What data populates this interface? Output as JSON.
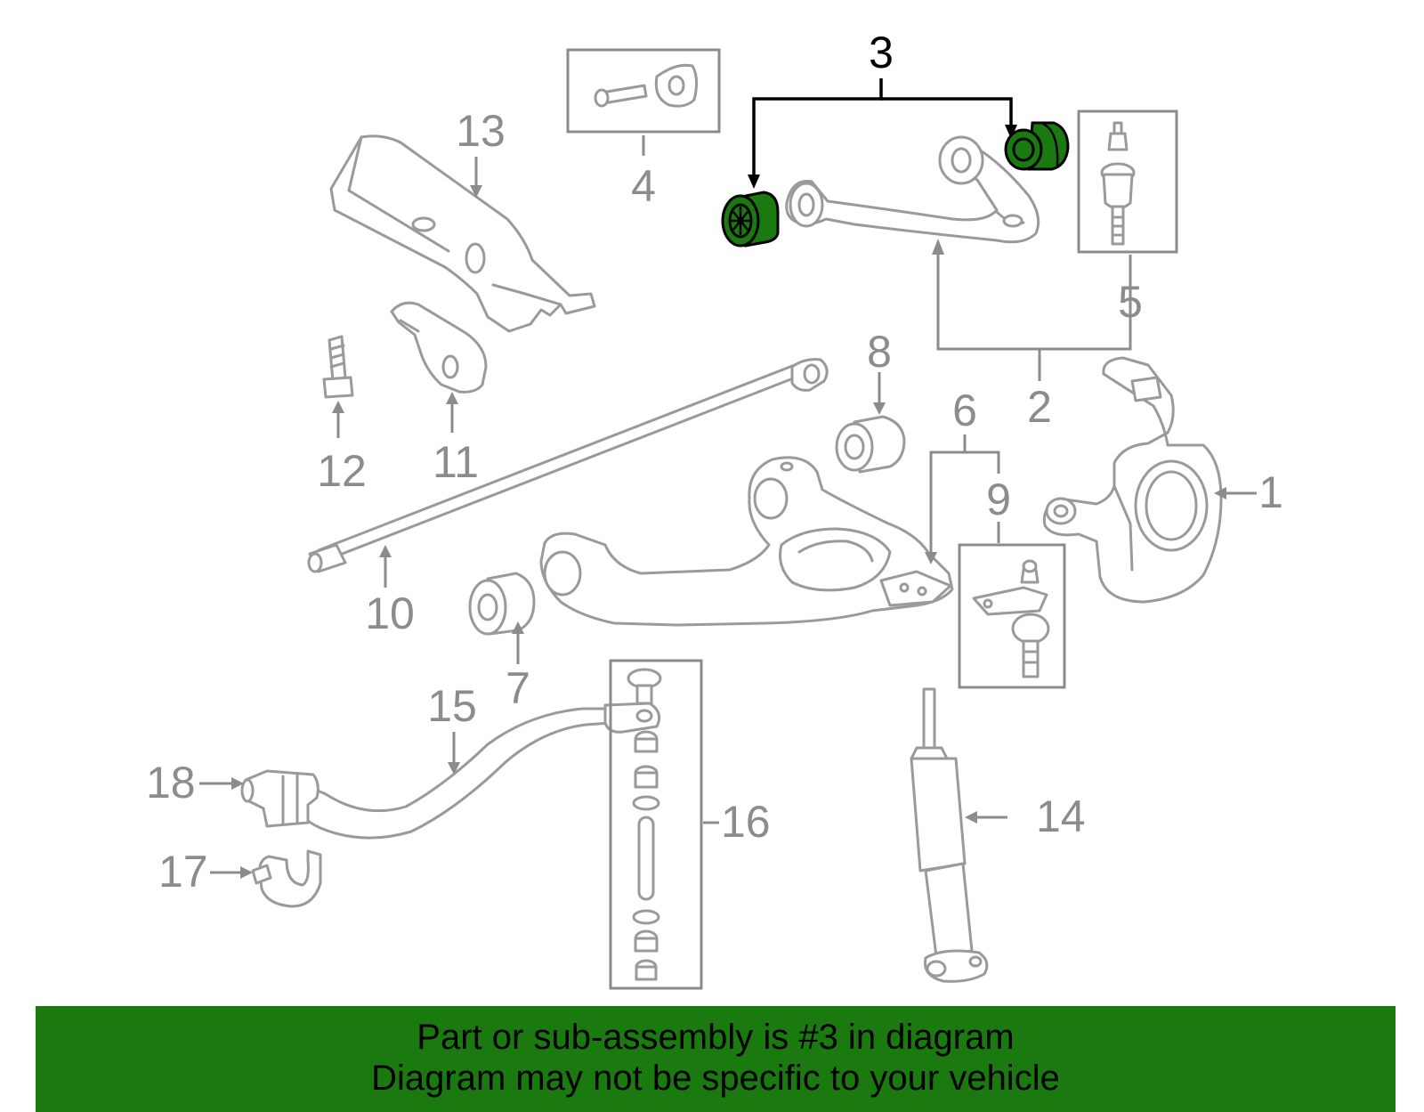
{
  "diagram": {
    "callouts": {
      "c1": "1",
      "c2": "2",
      "c3": "3",
      "c4": "4",
      "c5": "5",
      "c6": "6",
      "c7": "7",
      "c8": "8",
      "c9": "9",
      "c10": "10",
      "c11": "11",
      "c12": "12",
      "c13": "13",
      "c14": "14",
      "c15": "15",
      "c16": "16",
      "c17": "17",
      "c18": "18"
    },
    "highlighted_callout": "3",
    "colors": {
      "highlight_green": "#1a7a10",
      "line_gray": "#9a9a9a",
      "label_gray": "#8c8c8c",
      "active_black": "#000000"
    }
  },
  "banner": {
    "line1": "Part or sub-assembly is #3 in diagram",
    "line2": "Diagram may not be specific to your vehicle"
  }
}
